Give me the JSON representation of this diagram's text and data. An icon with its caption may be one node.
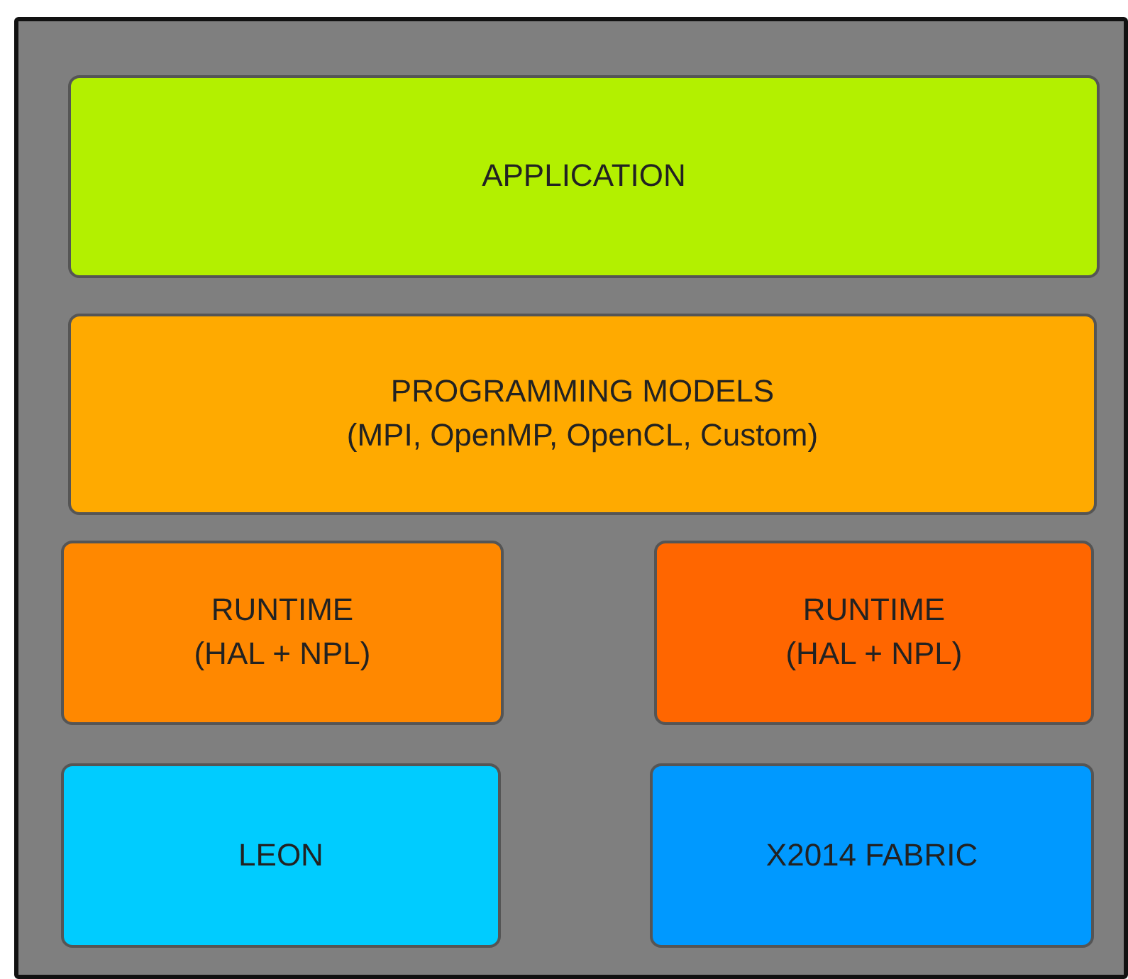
{
  "diagram": {
    "nodes": [
      {
        "text": [],
        "shape": "box"
      },
      {
        "text": [
          "APPLICATION"
        ],
        "in": 0
      },
      {
        "text": [
          "PROGRAMMING MODELS",
          "(MPI, OpenMP, OpenCL, Custom)"
        ],
        "in": 0
      },
      {
        "text": [
          "RUNTIME",
          "(HAL + NPL)"
        ],
        "in": 0
      },
      {
        "text": [
          "RUNTIME",
          "(HAL + NPL)"
        ],
        "in": 0
      },
      {
        "text": [
          "LEON"
        ],
        "in": 0
      },
      {
        "text": [
          "X2014 FABRIC"
        ],
        "in": 0
      }
    ],
    "edges": []
  }
}
